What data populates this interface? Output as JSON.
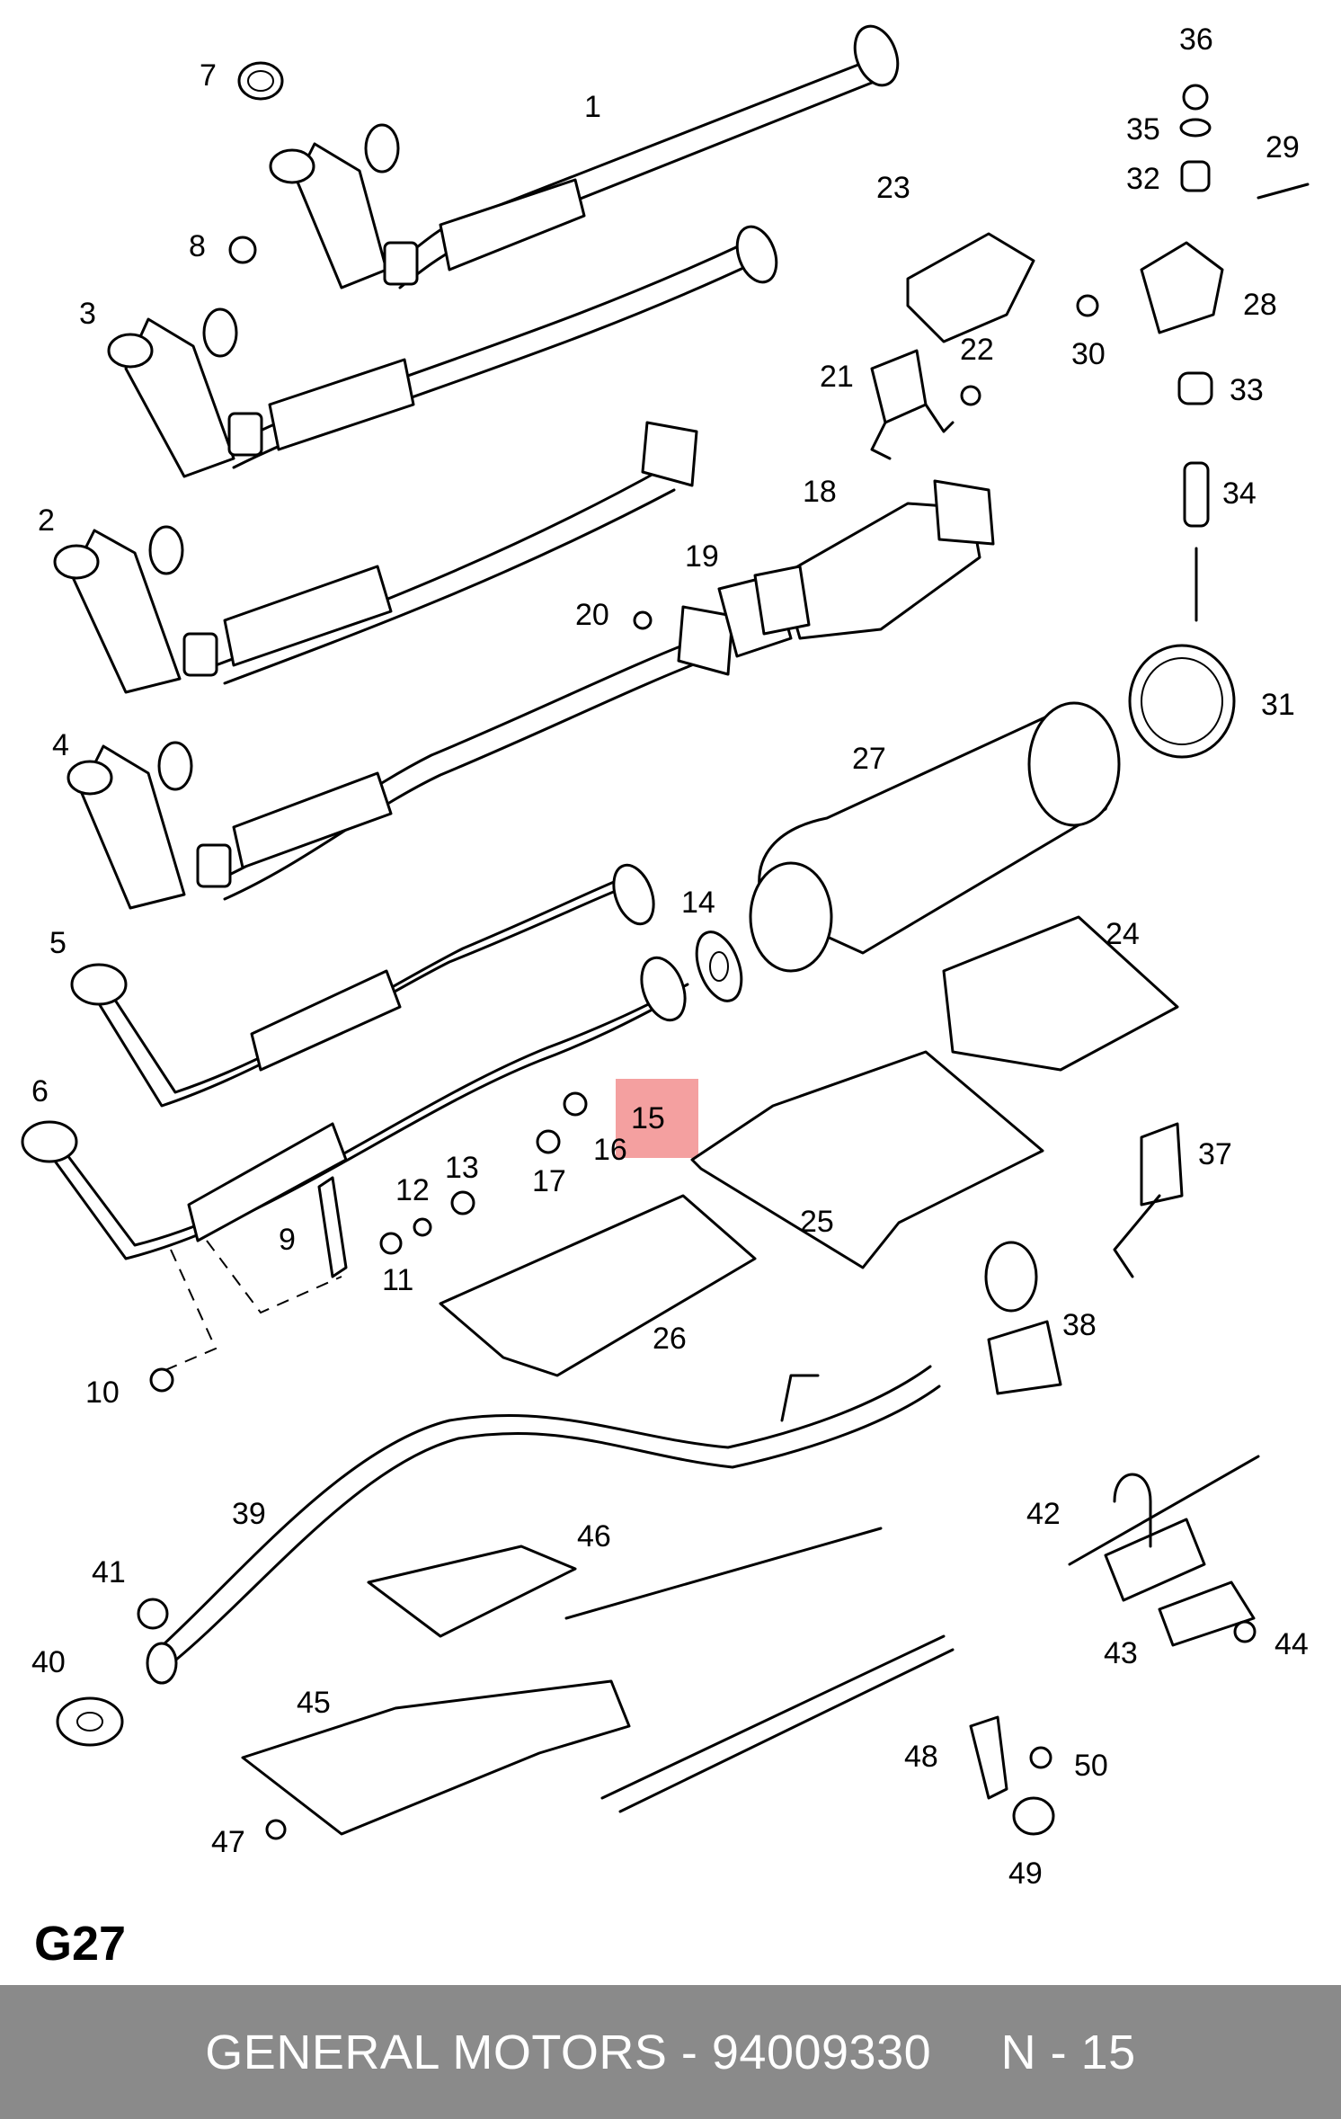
{
  "diagram": {
    "sheet_code": "G27",
    "part_numbers": [
      "1",
      "2",
      "3",
      "4",
      "5",
      "6",
      "7",
      "8",
      "9",
      "10",
      "11",
      "12",
      "13",
      "14",
      "15",
      "16",
      "17",
      "18",
      "19",
      "20",
      "21",
      "22",
      "23",
      "24",
      "25",
      "26",
      "27",
      "28",
      "29",
      "30",
      "31",
      "32",
      "33",
      "34",
      "35",
      "36",
      "37",
      "38",
      "39",
      "40",
      "41",
      "42",
      "43",
      "44",
      "45",
      "46",
      "47",
      "48",
      "49",
      "50"
    ],
    "highlighted_part": "15",
    "highlight_color": "#f4a0a0"
  },
  "footer": {
    "text": "GENERAL MOTORS - 94009330     N - 15",
    "background": "#8a8a8a",
    "text_color": "#ffffff"
  }
}
